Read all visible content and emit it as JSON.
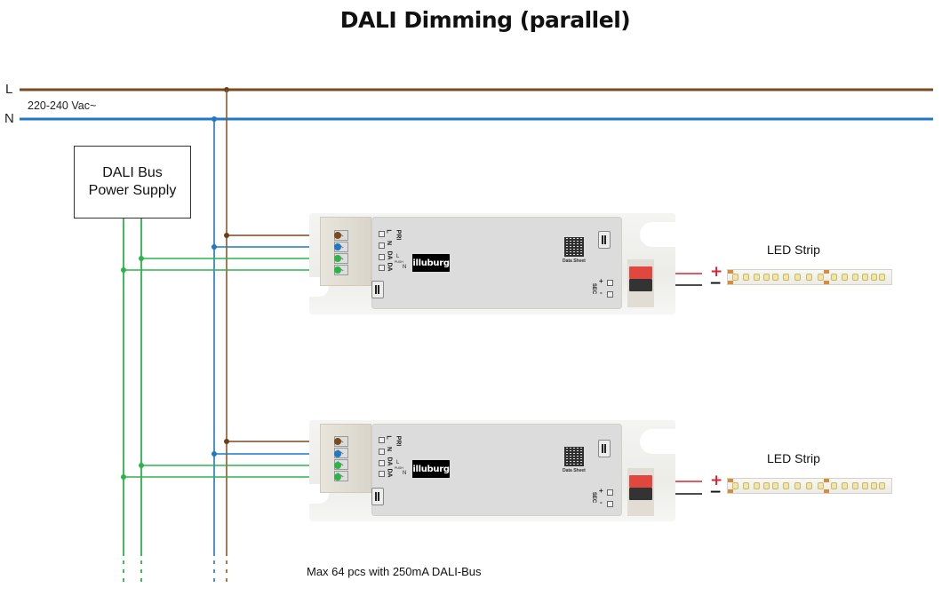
{
  "title": "DALI Dimming (parallel)",
  "mains": {
    "line_label": "L",
    "neutral_label": "N",
    "voltage_label": "220-240 Vac~"
  },
  "psu": {
    "line1": "DALI Bus",
    "line2": "Power Supply"
  },
  "drivers": [
    {
      "brand": "illuburg",
      "primary_label": "PRI",
      "terminals": [
        "L",
        "N",
        "DA",
        "DA"
      ],
      "push_label": "PUSH",
      "push_l": "L",
      "push_n": "N",
      "qr_caption": "Data Sheet",
      "secondary_label": "SEC",
      "sec_plus": "+",
      "sec_minus": "-"
    },
    {
      "brand": "illuburg",
      "primary_label": "PRI",
      "terminals": [
        "L",
        "N",
        "DA",
        "DA"
      ],
      "push_label": "PUSH",
      "push_l": "L",
      "push_n": "N",
      "qr_caption": "Data Sheet",
      "secondary_label": "SEC",
      "sec_plus": "+",
      "sec_minus": "-"
    }
  ],
  "led_strips": [
    {
      "label": "LED Strip",
      "plus": "+",
      "minus": "−"
    },
    {
      "label": "LED Strip",
      "plus": "+",
      "minus": "−"
    }
  ],
  "note": "Max 64 pcs with 250mA DALI-Bus",
  "colors": {
    "live": "#7a4a1e",
    "neutral": "#1f78c1",
    "dali": "#2db34a",
    "positive": "#d9232e",
    "negative": "#111111"
  }
}
